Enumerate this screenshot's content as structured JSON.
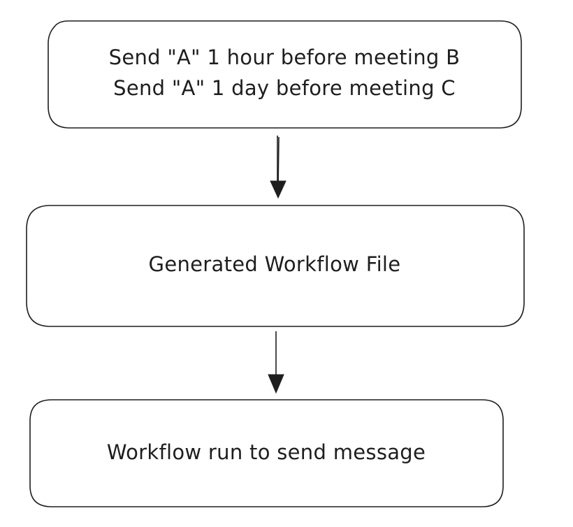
{
  "diagram": {
    "nodes": [
      {
        "id": "request",
        "lines": [
          "Send \"A\" 1 hour before meeting B",
          "Send \"A\" 1 day before meeting C"
        ]
      },
      {
        "id": "workflow-file",
        "lines": [
          "Generated Workflow File"
        ]
      },
      {
        "id": "workflow-run",
        "lines": [
          "Workflow run to send message"
        ]
      }
    ],
    "edges": [
      {
        "from": "request",
        "to": "workflow-file"
      },
      {
        "from": "workflow-file",
        "to": "workflow-run"
      }
    ],
    "colors": {
      "stroke": "#1e1e1e",
      "fill": "#ffffff",
      "background": "#ffffff"
    }
  }
}
